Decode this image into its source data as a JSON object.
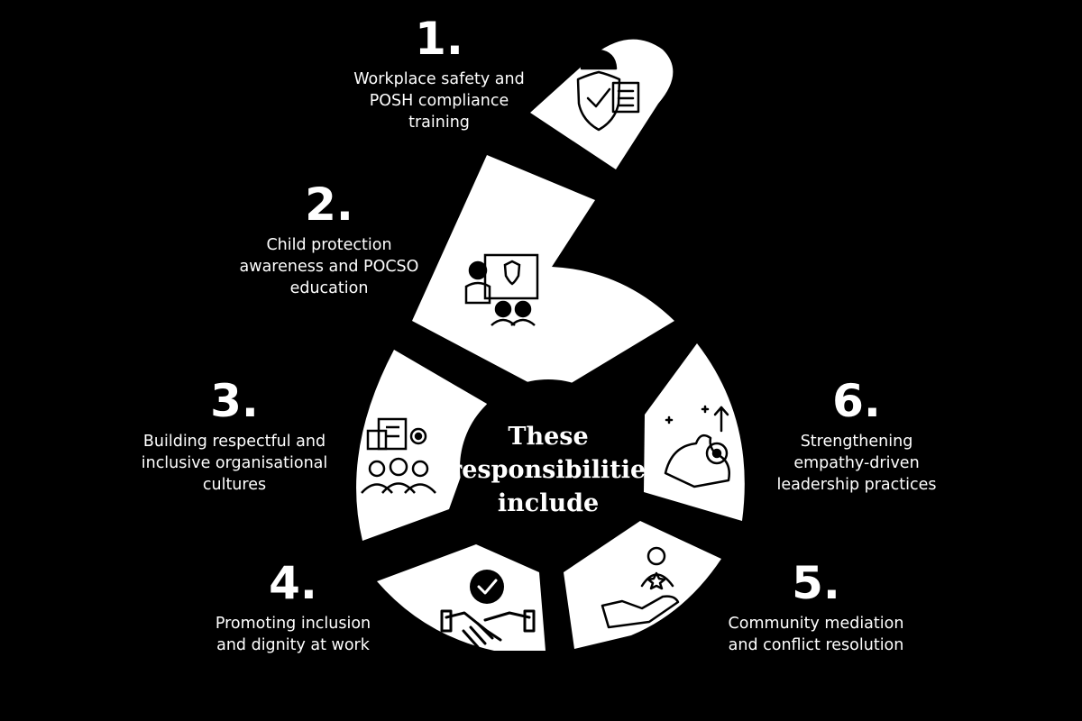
{
  "center": {
    "text": "These\nresponsibilities\ninclude"
  },
  "items": [
    {
      "number": "1.",
      "label": "Workplace safety and\nPOSH compliance\ntraining",
      "icon": "shield-helmet-checklist-icon"
    },
    {
      "number": "2.",
      "label": "Child protection\nawareness and POCSO\neducation",
      "icon": "teacher-presentation-icon"
    },
    {
      "number": "3.",
      "label": "Building respectful and\ninclusive organisational\ncultures",
      "icon": "office-team-icon"
    },
    {
      "number": "4.",
      "label": "Promoting inclusion\nand dignity at work",
      "icon": "handshake-check-icon"
    },
    {
      "number": "5.",
      "label": "Community mediation\nand conflict resolution",
      "icon": "hand-person-star-icon"
    },
    {
      "number": "6.",
      "label": "Strengthening\nempathy-driven\nleadership practices",
      "icon": "strength-growth-icon"
    }
  ],
  "colors": {
    "background": "#000000",
    "shape": "#ffffff",
    "text": "#ffffff"
  }
}
